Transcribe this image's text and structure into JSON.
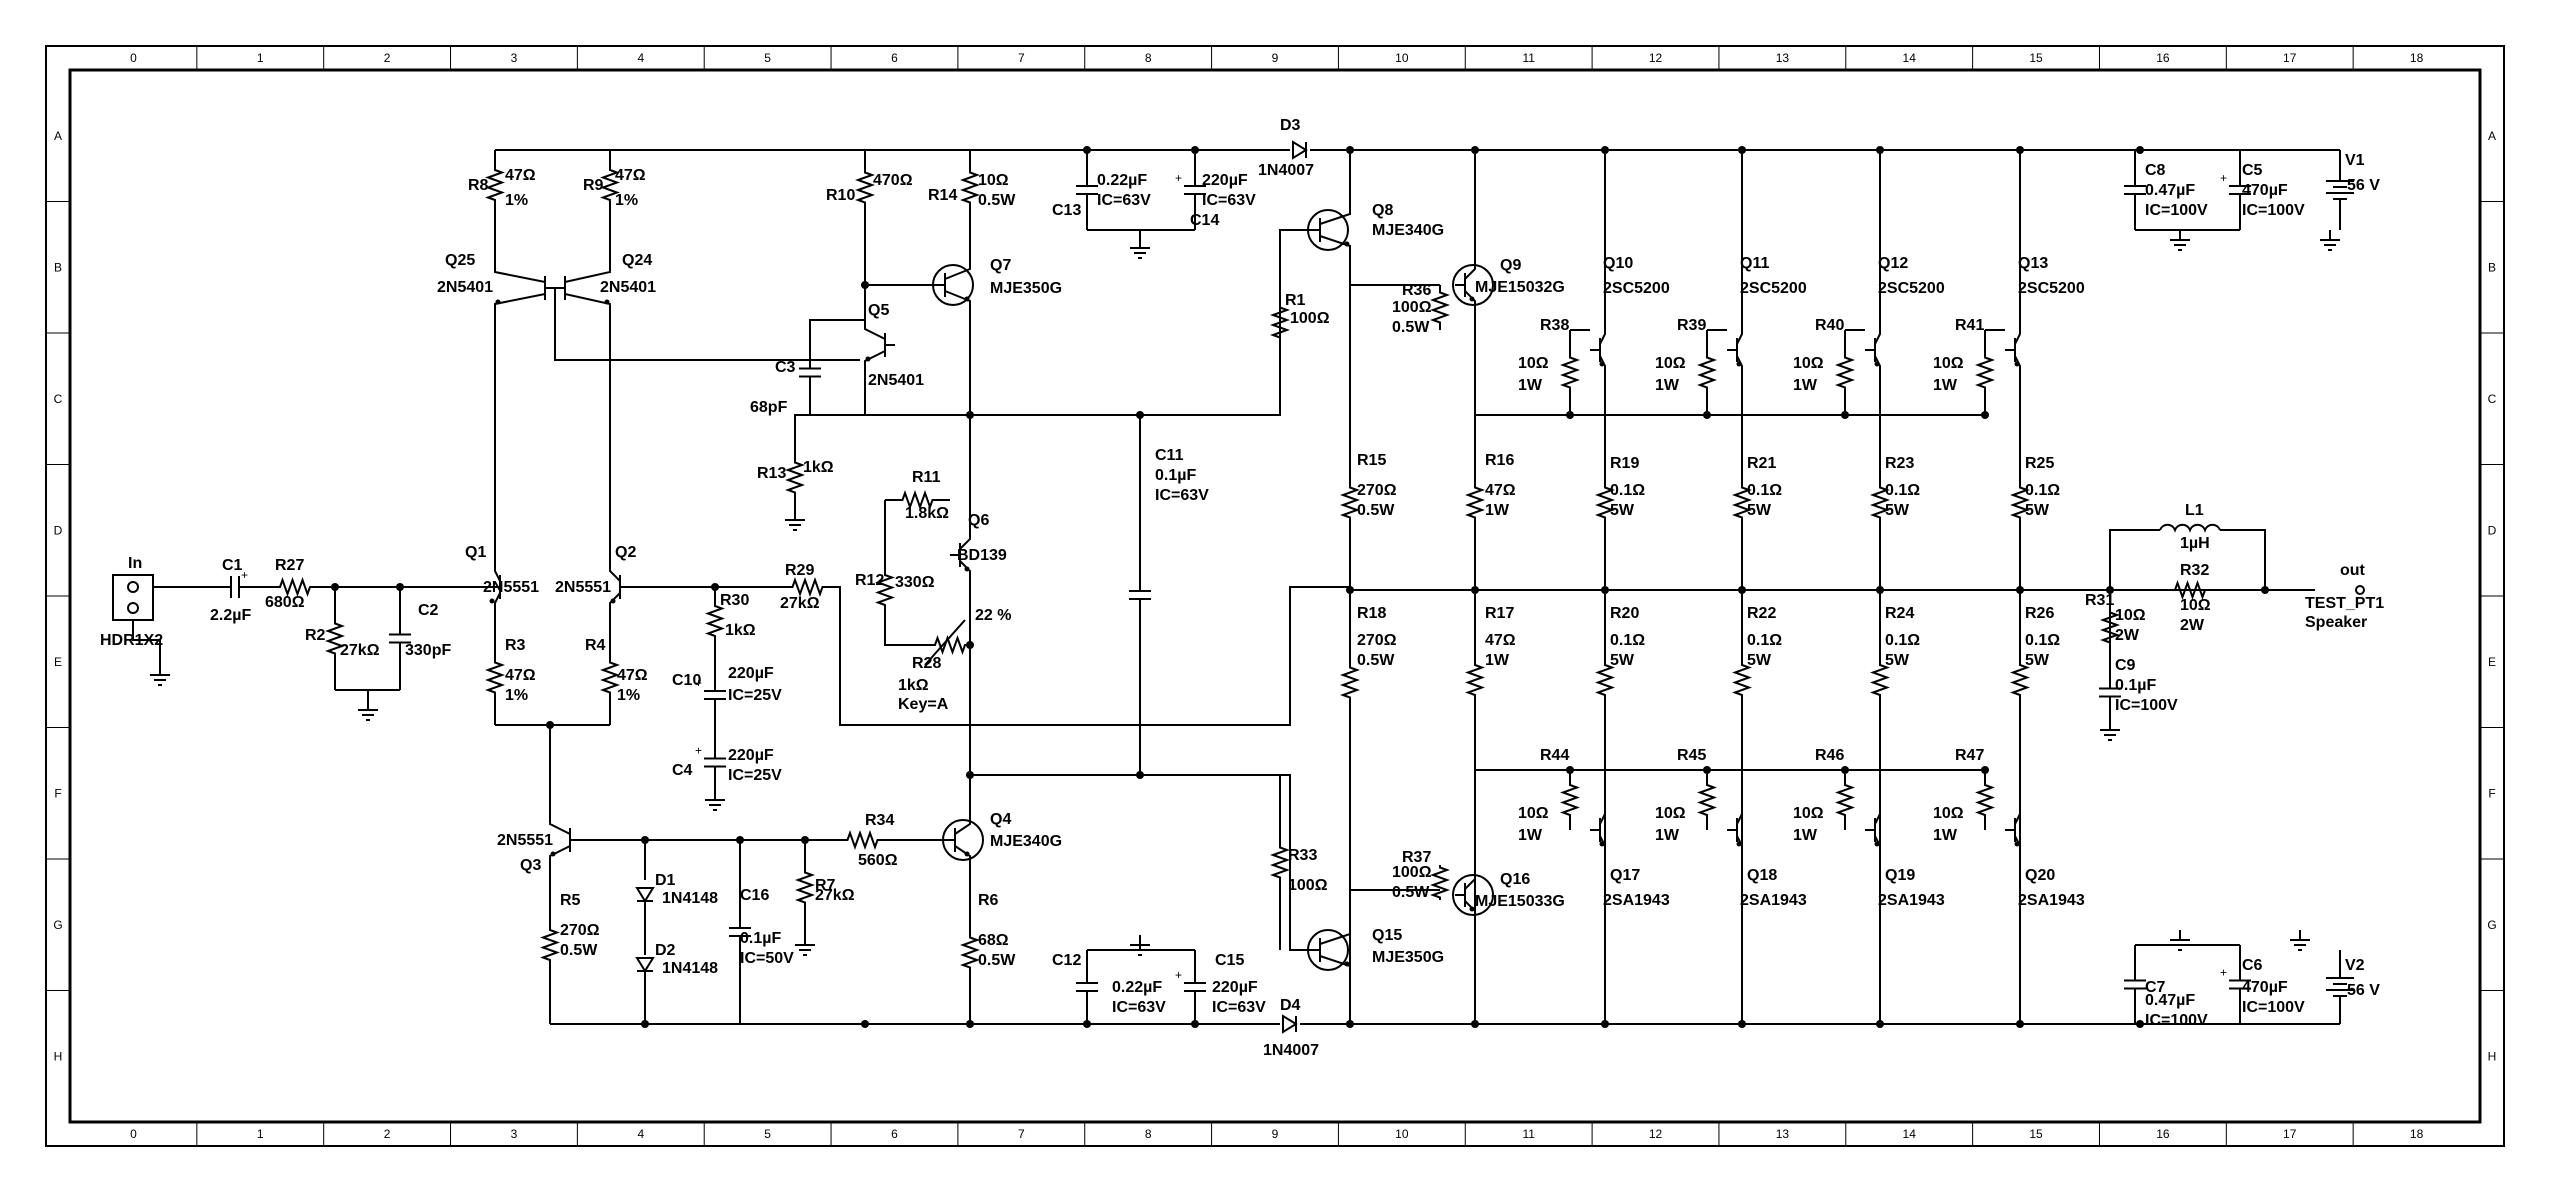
{
  "frame": {
    "columns": [
      "0",
      "1",
      "2",
      "3",
      "4",
      "5",
      "6",
      "7",
      "8",
      "9",
      "10",
      "11",
      "12",
      "13",
      "14",
      "15",
      "16",
      "17",
      "18"
    ],
    "rows": [
      "A",
      "B",
      "C",
      "D",
      "E",
      "F",
      "G",
      "H"
    ]
  },
  "io": {
    "in_label": "In",
    "in_part": "HDR1X2",
    "out_label": "out",
    "out_part": "TEST_PT1",
    "out_part2": "Speaker"
  },
  "components": {
    "C1": [
      "C1",
      "2.2µF"
    ],
    "R27": [
      "R27",
      "680Ω"
    ],
    "R2": [
      "R2",
      "27kΩ"
    ],
    "C2": [
      "C2",
      "330pF"
    ],
    "R8": [
      "R8",
      "47Ω",
      "1%"
    ],
    "R9": [
      "R9",
      "47Ω",
      "1%"
    ],
    "Q25": [
      "Q25",
      "2N5401"
    ],
    "Q24": [
      "Q24",
      "2N5401"
    ],
    "Q1": [
      "Q1",
      "2N5551"
    ],
    "Q2": [
      "Q2",
      "2N5551"
    ],
    "R3": [
      "R3",
      "47Ω",
      "1%"
    ],
    "R4": [
      "R4",
      "47Ω",
      "1%"
    ],
    "R10": [
      "R10",
      "470Ω"
    ],
    "R14": [
      "R14",
      "10Ω",
      "0.5W"
    ],
    "Q5": [
      "Q5",
      "2N5401"
    ],
    "Q7": [
      "Q7",
      "MJE350G"
    ],
    "C3": [
      "C3",
      "68pF"
    ],
    "R13": [
      "R13",
      "1kΩ"
    ],
    "R11": [
      "R11",
      "1.8kΩ"
    ],
    "Q6": [
      "Q6",
      "BD139"
    ],
    "R12": [
      "R12",
      "330Ω"
    ],
    "R28": [
      "R28",
      "1kΩ",
      "Key=A",
      "22 %"
    ],
    "R29": [
      "R29",
      "27kΩ"
    ],
    "R30": [
      "R30",
      "1kΩ"
    ],
    "C10": [
      "C10",
      "220µF",
      "IC=25V"
    ],
    "C4": [
      "C4",
      "220µF",
      "IC=25V"
    ],
    "Q3": [
      "Q3",
      "2N5551"
    ],
    "R5": [
      "R5",
      "270Ω",
      "0.5W"
    ],
    "D1": [
      "D1",
      "1N4148"
    ],
    "D2": [
      "D2",
      "1N4148"
    ],
    "C16": [
      "C16",
      "0.1µF",
      "IC=50V"
    ],
    "R7": [
      "R7",
      "27kΩ"
    ],
    "R34": [
      "R34",
      "560Ω"
    ],
    "Q4": [
      "Q4",
      "MJE340G"
    ],
    "R6": [
      "R6",
      "68Ω",
      "0.5W"
    ],
    "C13": [
      "C13",
      "0.22µF",
      "IC=63V"
    ],
    "C14": [
      "C14",
      "220µF",
      "IC=63V"
    ],
    "D3": [
      "D3",
      "1N4007"
    ],
    "D4": [
      "D4",
      "1N4007"
    ],
    "C12": [
      "C12",
      "0.22µF",
      "IC=63V"
    ],
    "C15": [
      "C15",
      "220µF",
      "IC=63V"
    ],
    "C11": [
      "C11",
      "0.1µF",
      "IC=63V"
    ],
    "R1": [
      "R1",
      "100Ω"
    ],
    "R33": [
      "R33",
      "100Ω"
    ],
    "Q8": [
      "Q8",
      "MJE340G"
    ],
    "Q15": [
      "Q15",
      "MJE350G"
    ],
    "R15": [
      "R15",
      "270Ω",
      "0.5W"
    ],
    "R18": [
      "R18",
      "270Ω",
      "0.5W"
    ],
    "R36": [
      "R36",
      "100Ω",
      "0.5W"
    ],
    "R37": [
      "R37",
      "100Ω",
      "0.5W"
    ],
    "Q9": [
      "Q9",
      "MJE15032G"
    ],
    "Q16": [
      "Q16",
      "MJE15033G"
    ],
    "R16": [
      "R16",
      "47Ω",
      "1W"
    ],
    "R17": [
      "R17",
      "47Ω",
      "1W"
    ],
    "Q10": [
      "Q10",
      "2SC5200"
    ],
    "Q11": [
      "Q11",
      "2SC5200"
    ],
    "Q12": [
      "Q12",
      "2SC5200"
    ],
    "Q13": [
      "Q13",
      "2SC5200"
    ],
    "Q17": [
      "Q17",
      "2SA1943"
    ],
    "Q18": [
      "Q18",
      "2SA1943"
    ],
    "Q19": [
      "Q19",
      "2SA1943"
    ],
    "Q20": [
      "Q20",
      "2SA1943"
    ],
    "R38": [
      "R38",
      "10Ω",
      "1W"
    ],
    "R39": [
      "R39",
      "10Ω",
      "1W"
    ],
    "R40": [
      "R40",
      "10Ω",
      "1W"
    ],
    "R41": [
      "R41",
      "10Ω",
      "1W"
    ],
    "R44": [
      "R44",
      "10Ω",
      "1W"
    ],
    "R45": [
      "R45",
      "10Ω",
      "1W"
    ],
    "R46": [
      "R46",
      "10Ω",
      "1W"
    ],
    "R47": [
      "R47",
      "10Ω",
      "1W"
    ],
    "R19": [
      "R19",
      "0.1Ω",
      "5W"
    ],
    "R21": [
      "R21",
      "0.1Ω",
      "5W"
    ],
    "R23": [
      "R23",
      "0.1Ω",
      "5W"
    ],
    "R25": [
      "R25",
      "0.1Ω",
      "5W"
    ],
    "R20": [
      "R20",
      "0.1Ω",
      "5W"
    ],
    "R22": [
      "R22",
      "0.1Ω",
      "5W"
    ],
    "R24": [
      "R24",
      "0.1Ω",
      "5W"
    ],
    "R26": [
      "R26",
      "0.1Ω",
      "5W"
    ],
    "L1": [
      "L1",
      "1µH"
    ],
    "R32": [
      "R32",
      "10Ω",
      "2W"
    ],
    "R31": [
      "R31",
      "10Ω",
      "2W"
    ],
    "C9": [
      "C9",
      "0.1µF",
      "IC=100V"
    ],
    "C8": [
      "C8",
      "0.47µF",
      "IC=100V"
    ],
    "C5": [
      "C5",
      "470µF",
      "IC=100V"
    ],
    "V1": [
      "V1",
      "56 V"
    ],
    "C7": [
      "C7",
      "0.47µF",
      "IC=100V"
    ],
    "C6": [
      "C6",
      "470µF",
      "IC=100V"
    ],
    "V2": [
      "V2",
      "56 V"
    ]
  }
}
